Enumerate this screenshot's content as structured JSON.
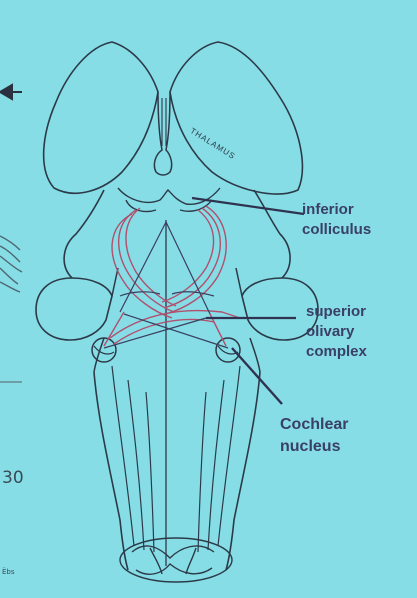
{
  "labels": {
    "thalamus": "THALAMUS",
    "inferior_line1": "inferior",
    "inferior_line2": "colliculus",
    "superior_line1": "superior",
    "superior_line2": "olivary",
    "superior_line3": "complex",
    "cochlear_line1": "Cochlear",
    "cochlear_line2": "nucleus"
  },
  "slide_edge": {
    "number": "30",
    "footer": "Ёbs"
  },
  "colors": {
    "background": "#86dde6",
    "outline": "#2c3a48",
    "pathway": "#b0506e",
    "label_text": "#3a3f66"
  }
}
